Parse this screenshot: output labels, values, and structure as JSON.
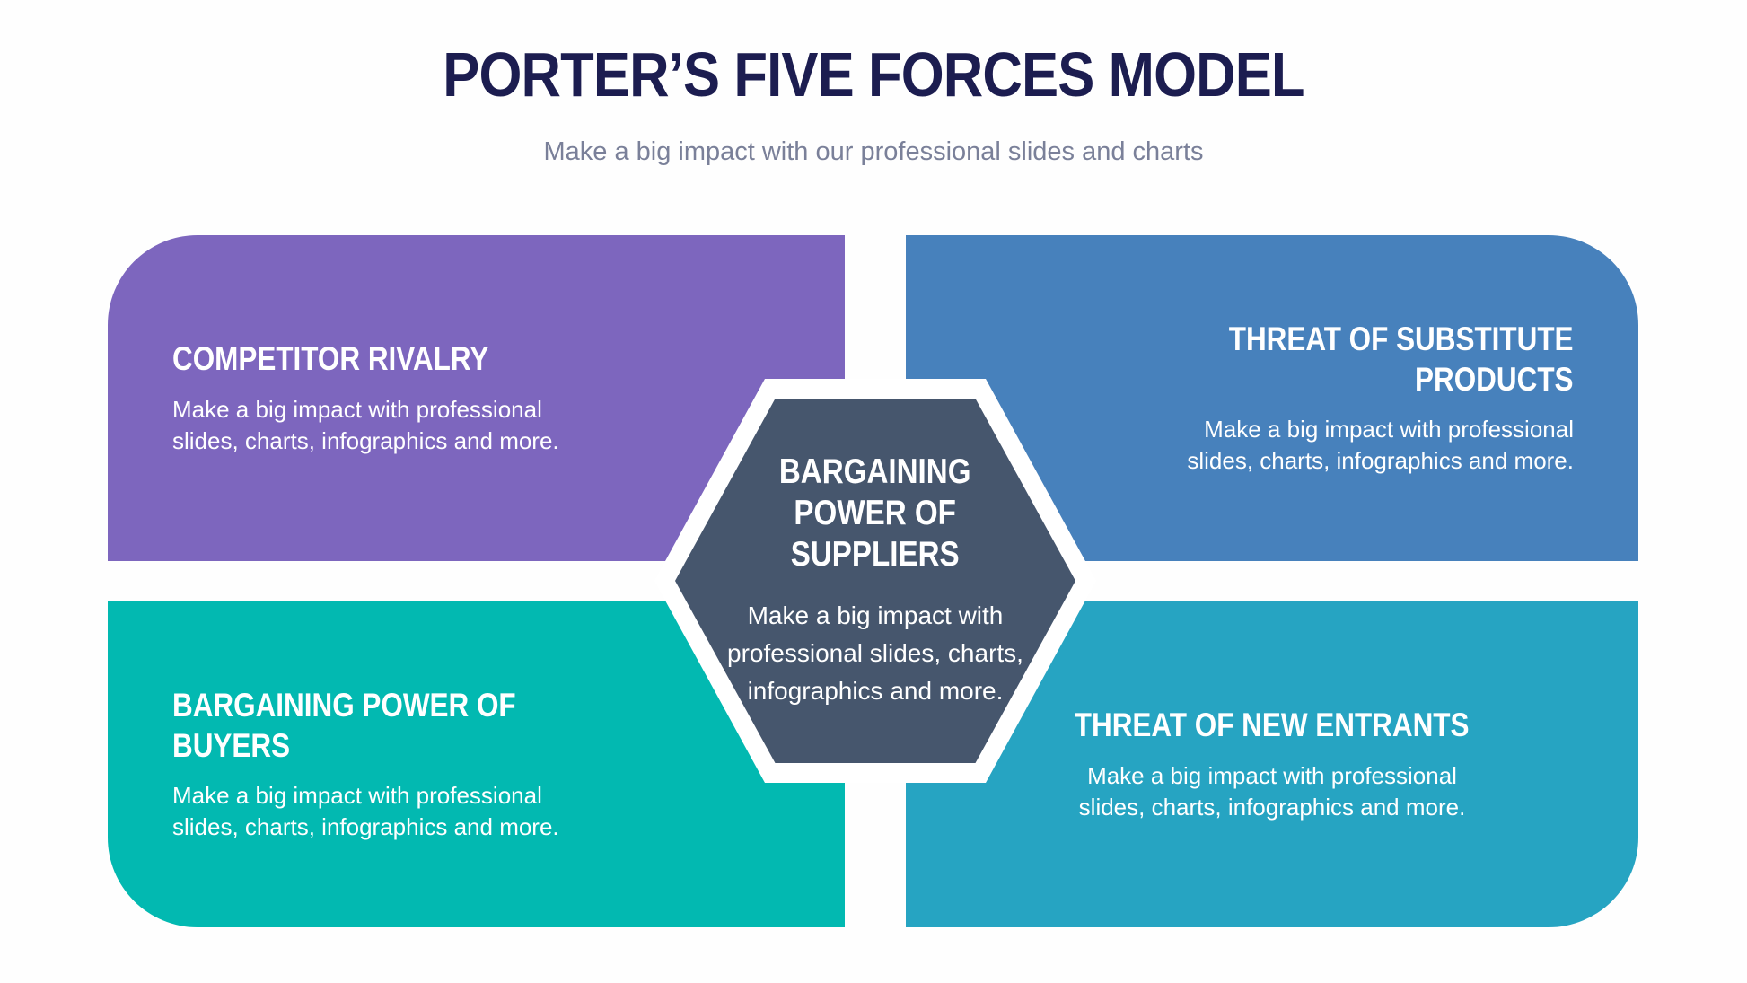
{
  "header": {
    "title": "PORTER’S FIVE FORCES MODEL",
    "subtitle": "Make a big impact with our professional slides and charts"
  },
  "cards": [
    {
      "id": "competitor-rivalry",
      "position": "top-left",
      "color": "#7d66be",
      "align": "left",
      "title_lines": [
        "COMPETITOR RIVALRY"
      ],
      "body_lines": [
        "Make a big impact with professional",
        "slides, charts, infographics and more."
      ]
    },
    {
      "id": "threat-of-substitute-products",
      "position": "top-right",
      "color": "#4781bc",
      "align": "right",
      "title_lines": [
        "THREAT OF SUBSTITUTE",
        "PRODUCTS"
      ],
      "body_lines": [
        "Make a big impact with professional",
        "slides, charts, infographics and more."
      ]
    },
    {
      "id": "bargaining-power-of-buyers",
      "position": "bottom-left",
      "color": "#02b9b1",
      "align": "left",
      "title_lines": [
        "BARGAINING POWER OF",
        "BUYERS"
      ],
      "body_lines": [
        "Make a big impact with professional",
        "slides, charts, infographics and more."
      ]
    },
    {
      "id": "threat-of-new-entrants",
      "position": "bottom-right",
      "color": "#26a4c2",
      "align": "center",
      "title_lines": [
        "THREAT OF NEW ENTRANTS"
      ],
      "body_lines": [
        "Make a big impact with professional",
        "slides, charts, infographics and more."
      ]
    }
  ],
  "center_hexagon": {
    "id": "bargaining-power-of-suppliers",
    "color": "#46566d",
    "border_color": "#ffffff",
    "title_lines": [
      "BARGAINING",
      "POWER OF",
      "SUPPLIERS"
    ],
    "body_lines": [
      "Make a big impact with",
      "professional slides, charts,",
      "infographics and more."
    ]
  },
  "colors": {
    "background": "#fefefe",
    "title_text": "#1c1d50",
    "subtitle_text": "#7a8099",
    "card_text": "#ffffff"
  }
}
